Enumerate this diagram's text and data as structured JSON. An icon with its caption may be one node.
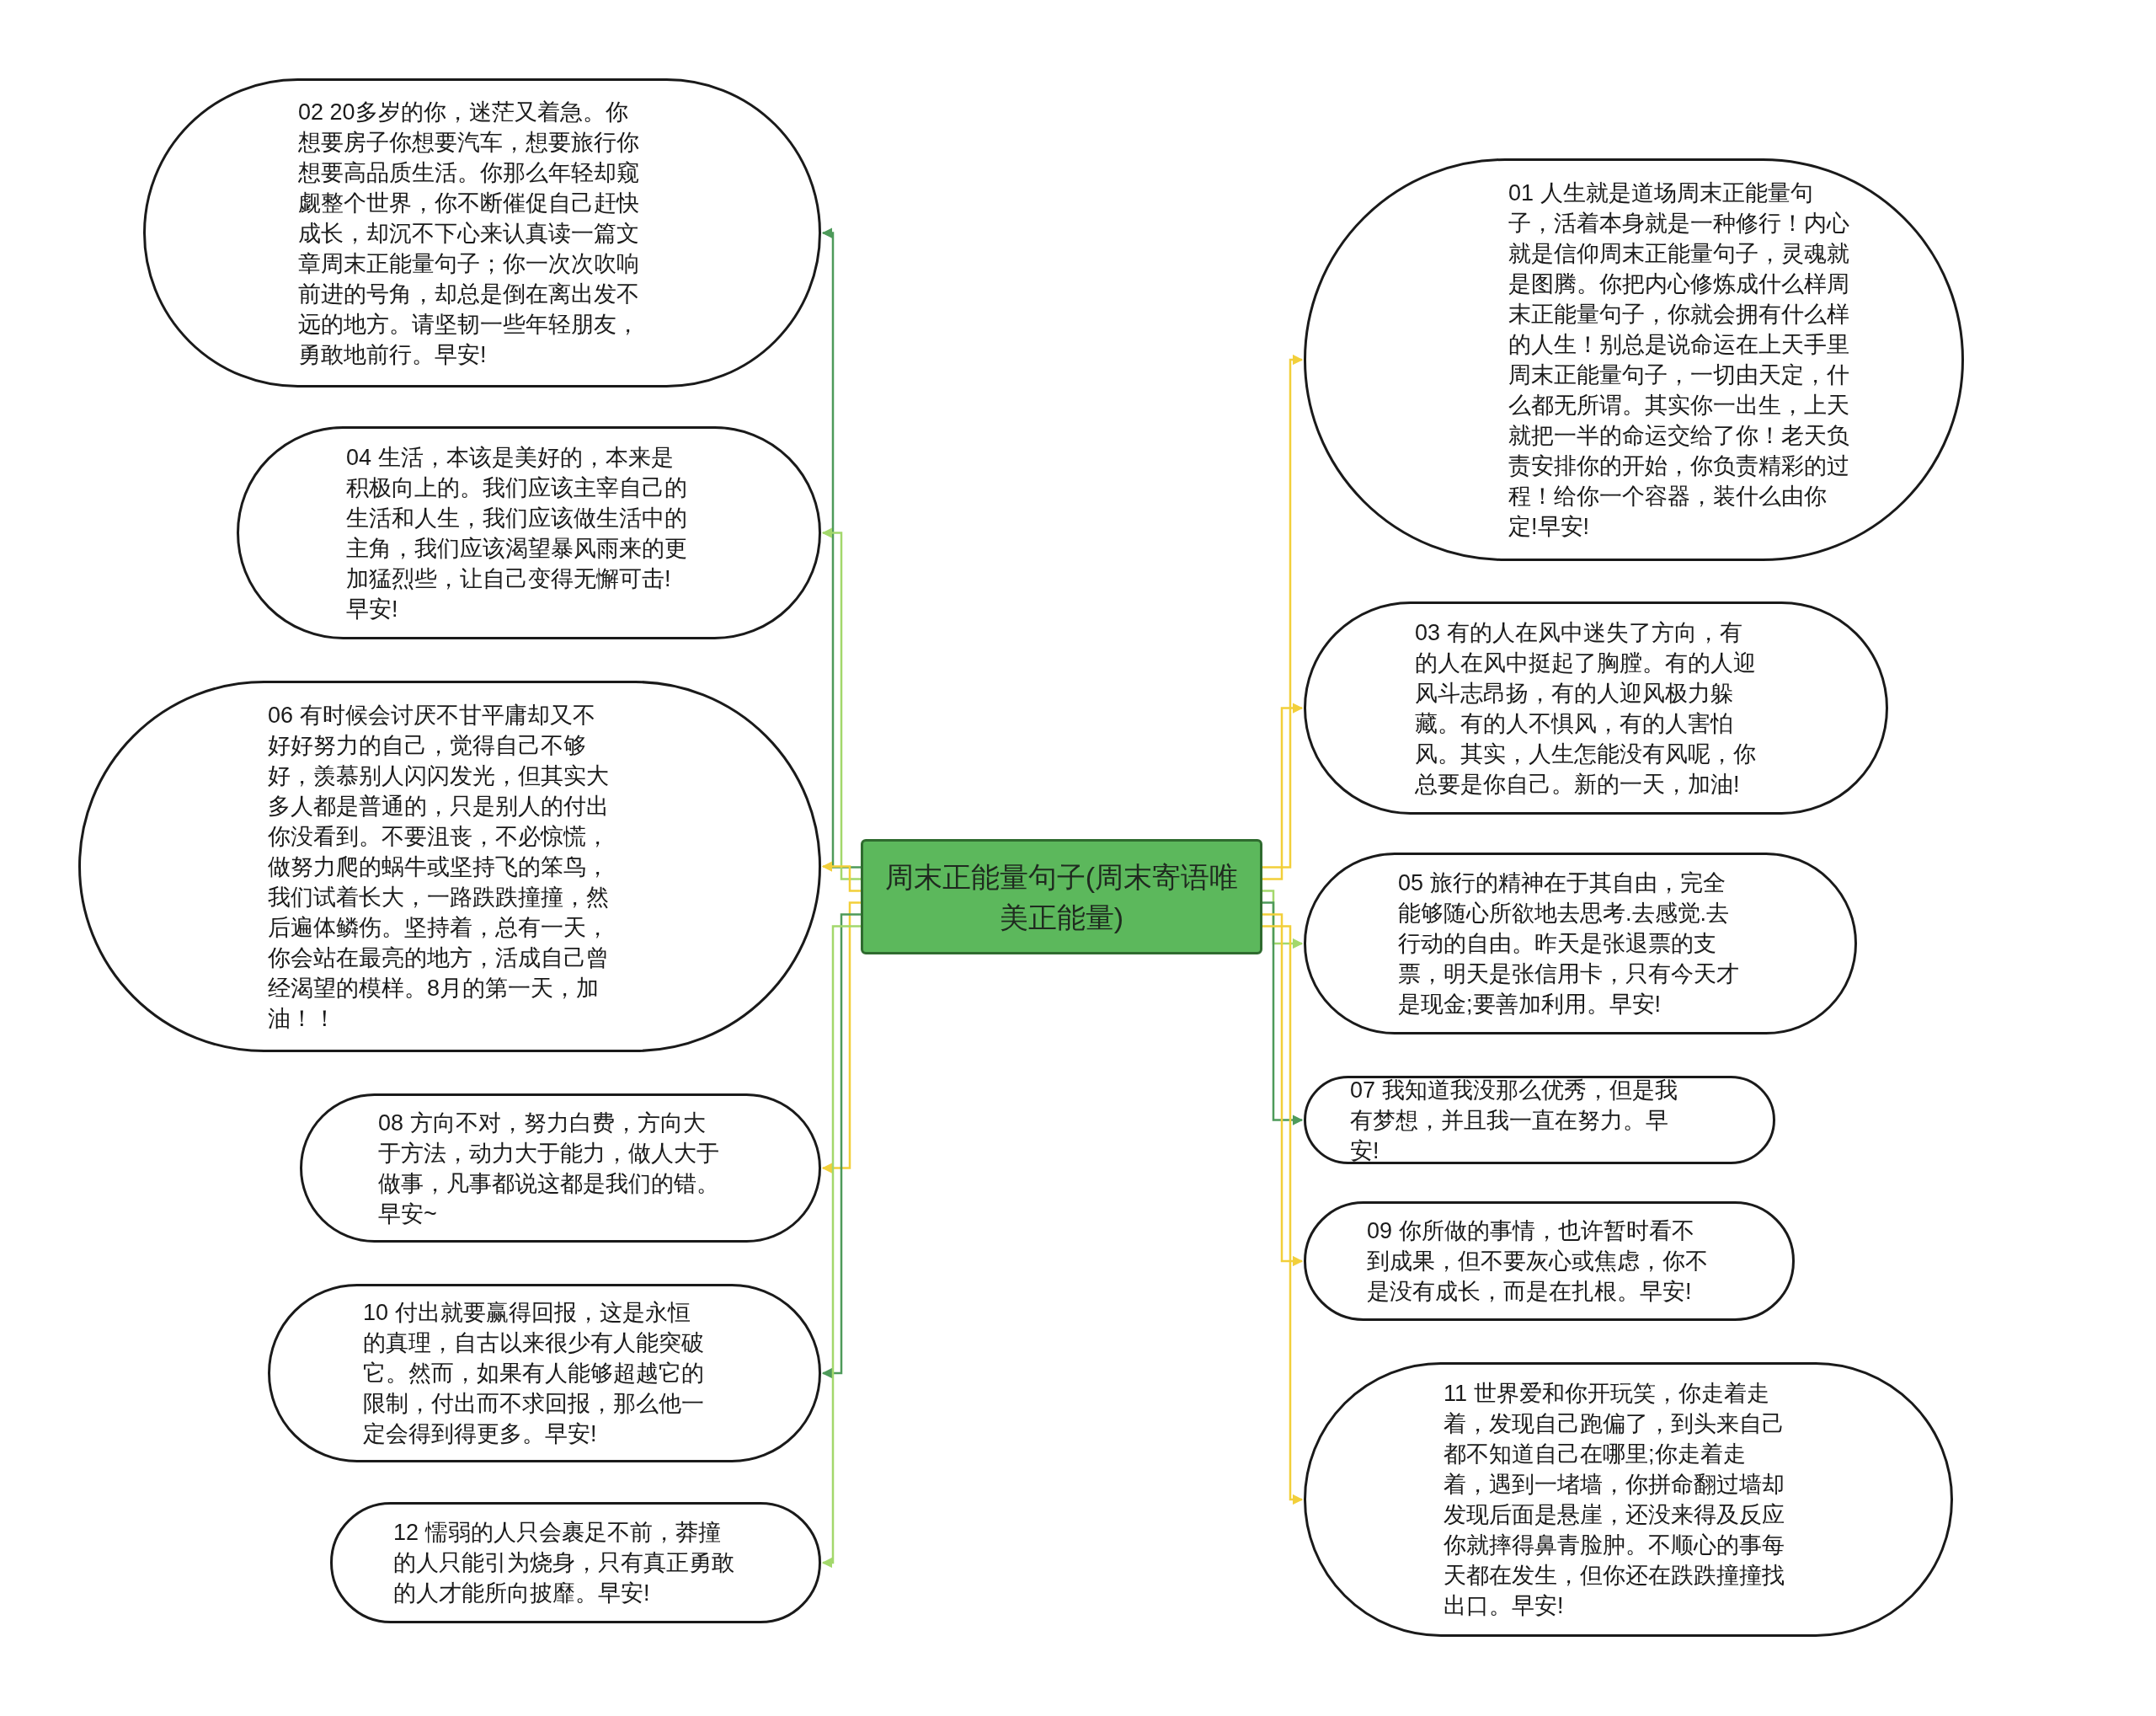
{
  "diagram": {
    "nodes": [
      {
        "text": [
          "周末正能量句子(周末寄语唯美正能量)"
        ]
      },
      {
        "text": [
          "02 20多岁的你，迷茫又着急。你想要房子你想要汽车，想要旅行你想要高品质生活。你那么年轻却窥觑整个世界，你不断催促自己赶快成长，却沉不下心来认真读一篇文章周末正能量句子；你一次次吹响前进的号角，却总是倒在离出发不远的地方。请坚韧一些年轻朋友，勇敢地前行。早安!"
        ]
      },
      {
        "text": [
          "04 生活，本该是美好的，本来是积极向上的。我们应该主宰自己的生活和人生，我们应该做生活中的主角，我们应该渴望暴风雨来的更加猛烈些，让自己变得无懈可击!早安!"
        ]
      },
      {
        "text": [
          "06 有时候会讨厌不甘平庸却又不好好努力的自己，觉得自己不够好，羡慕别人闪闪发光，但其实大多人都是普通的，只是别人的付出你没看到。不要沮丧，不必惊慌，做努力爬的蜗牛或坚持飞的笨鸟，我们试着长大，一路跌跌撞撞，然后遍体鳞伤。坚持着，总有一天，你会站在最亮的地方，活成自己曾经渴望的模样。8月的第一天，加油！！"
        ]
      },
      {
        "text": [
          "08 方向不对，努力白费，方向大于方法，动力大于能力，做人大于做事，凡事都说这都是我们的错。早安~"
        ]
      },
      {
        "text": [
          "10 付出就要赢得回报，这是永恒的真理，自古以来很少有人能突破它。然而，如果有人能够超越它的限制，付出而不求回报，那么他一定会得到得更多。早安!"
        ]
      },
      {
        "text": [
          "12 懦弱的人只会裹足不前，莽撞的人只能引为烧身，只有真正勇敢的人才能所向披靡。早安!"
        ]
      },
      {
        "text": [
          "01 人生就是道场周末正能量句子，活着本身就是一种修行！内心就是信仰周末正能量句子，灵魂就是图腾。你把内心修炼成什么样周末正能量句子，你就会拥有什么样的人生！别总是说命运在上天手里周末正能量句子，一切由天定，什么都无所谓。其实你一出生，上天就把一半的命运交给了你！老天负责安排你的开始，你负责精彩的过程！给你一个容器，装什么由你定!早安!"
        ]
      },
      {
        "text": [
          "03 有的人在风中迷失了方向，有的人在风中挺起了胸膛。有的人迎风斗志昂扬，有的人迎风极力躲藏。有的人不惧风，有的人害怕风。其实，人生怎能没有风呢，你总要是你自己。新的一天，加油!"
        ]
      },
      {
        "text": [
          "05 旅行的精神在于其自由，完全能够随心所欲地去思考.去感觉.去行动的自由。昨天是张退票的支票，明天是张信用卡，只有今天才是现金;要善加利用。早安!"
        ]
      },
      {
        "text": [
          "07 我知道我没那么优秀，但是我有梦想，并且我一直在努力。早安!"
        ]
      },
      {
        "text": [
          "09 你所做的事情，也许暂时看不到成果，但不要灰心或焦虑，你不是没有成长，而是在扎根。早安!"
        ]
      },
      {
        "text": [
          "11 世界爱和你开玩笑，你走着走着，发现自己跑偏了，到头来自己都不知道自己在哪里;你走着走着，遇到一堵墙，你拼命翻过墙却发现后面是悬崖，还没来得及反应你就摔得鼻青脸肿。不顺心的事每天都在发生，但你还在跌跌撞撞找出口。早安!"
        ]
      }
    ],
    "edges": [
      {
        "from": 0,
        "to": 1,
        "arrow": "to",
        "color": "#4e9a5a"
      },
      {
        "from": 0,
        "to": 2,
        "arrow": "to",
        "color": "#a3d86c"
      },
      {
        "from": 0,
        "to": 3,
        "arrow": "to"
      },
      {
        "from": 0,
        "to": 4,
        "arrow": "to"
      },
      {
        "from": 0,
        "to": 5,
        "arrow": "to",
        "color": "#4e9a5a"
      },
      {
        "from": 0,
        "to": 6,
        "arrow": "to",
        "color": "#a3d86c"
      },
      {
        "from": 0,
        "to": 7,
        "arrow": "to"
      },
      {
        "from": 0,
        "to": 8,
        "arrow": "to"
      },
      {
        "from": 0,
        "to": 9,
        "arrow": "to",
        "color": "#a3d86c"
      },
      {
        "from": 0,
        "to": 10,
        "arrow": "to",
        "color": "#4e9a5a"
      },
      {
        "from": 0,
        "to": 11,
        "arrow": "to"
      },
      {
        "from": 0,
        "to": 12,
        "arrow": "to"
      }
    ]
  }
}
